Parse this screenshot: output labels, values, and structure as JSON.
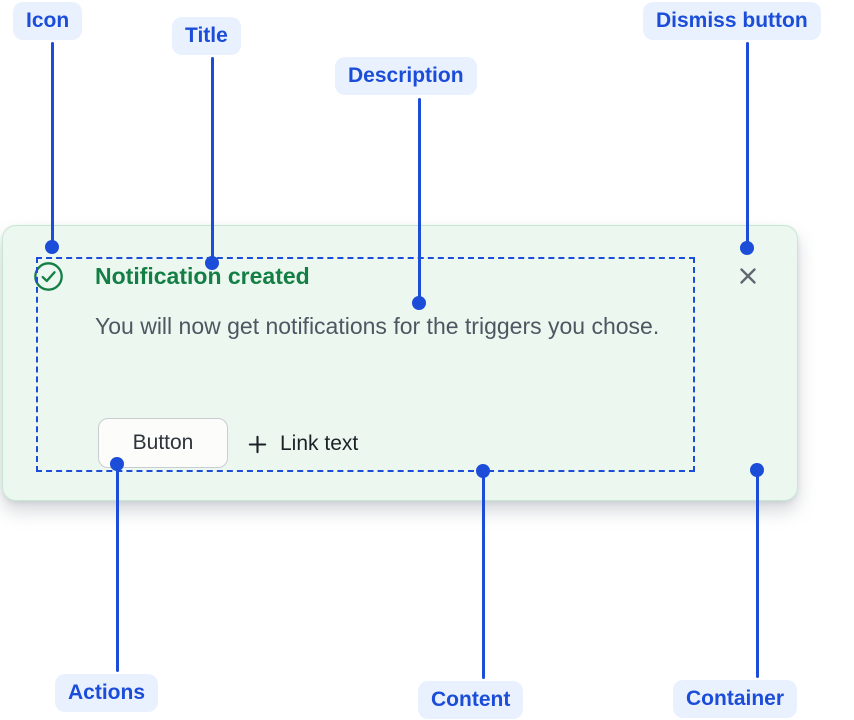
{
  "callouts": {
    "icon": "Icon",
    "title": "Title",
    "description": "Description",
    "dismiss_button": "Dismiss button",
    "actions": "Actions",
    "content": "Content",
    "container": "Container"
  },
  "notification": {
    "title": "Notification created",
    "description": "You will now get notifications for the triggers you chose.",
    "actions": {
      "button_label": "Button",
      "link_label": "Link text"
    },
    "icons": {
      "status": "check-circle-icon",
      "dismiss": "close-icon",
      "link_prefix": "plus-icon"
    }
  },
  "colors": {
    "accent_blue": "#1B4DD8",
    "callout_pill_bg": "#E9F1FE",
    "success_green": "#147F45",
    "container_bg": "#ECF7F0",
    "container_border": "#C6E8D3",
    "description_text": "#4E5761",
    "dismiss_gray": "#616871"
  }
}
